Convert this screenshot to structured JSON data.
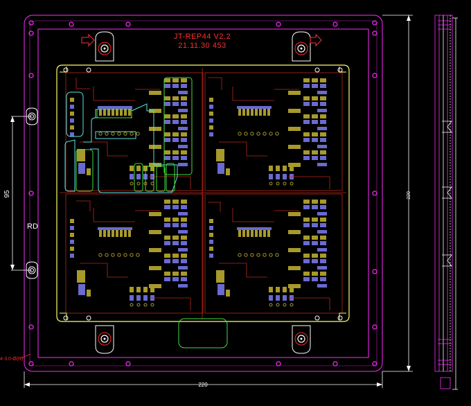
{
  "board_label": {
    "name": "JT-REP44 V2.2",
    "date_code": "21.11.30 453"
  },
  "dimensions": {
    "hole_spacing": "95",
    "edge_mark": "RD",
    "overall_width": "220",
    "overall_height": "220",
    "hole_note": "4-3.0-Ø(R)"
  },
  "colors": {
    "frame": "#ff2cff",
    "board_outline": "#ffff66",
    "traces": "#b8281c",
    "pads": "#a89a2a",
    "components": "#6a6ad0",
    "highlight_cyan": "#5fe0e0",
    "highlight_green": "#40e040",
    "silkscreen_text": "#ff3030",
    "dimension_lines": "#ffffff"
  },
  "icons": {
    "left_arrow": "orientation-arrow-icon",
    "right_arrow": "orientation-arrow-icon"
  }
}
